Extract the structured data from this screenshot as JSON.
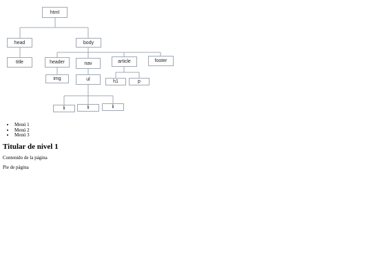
{
  "diagram": {
    "nodes": {
      "html": "html",
      "head": "head",
      "body": "body",
      "title": "title",
      "header": "header",
      "nav": "nav",
      "article": "article",
      "footer": "footer",
      "img": "img",
      "ul": "ul",
      "h1": "h1",
      "p": "p",
      "li_1": "li",
      "li_2": "li",
      "li_3": "li"
    }
  },
  "page": {
    "menu": [
      "Menú 1",
      "Menú 2",
      "Menú 3"
    ],
    "heading": "Titular de nivel 1",
    "content": "Contenido de la página",
    "footer": "Pie de página"
  }
}
